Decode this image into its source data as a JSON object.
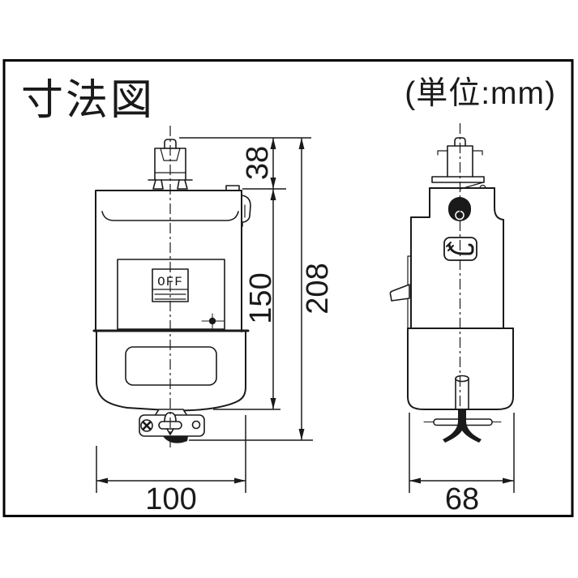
{
  "header": {
    "title": "寸法図",
    "unit_label": "(単位:mm)"
  },
  "front_view": {
    "switch_label": "OFF",
    "dim_plug_height": "38",
    "dim_body_height": "150",
    "dim_total_height": "208",
    "dim_width": "100"
  },
  "side_view": {
    "dim_width": "68"
  },
  "colors": {
    "line": "#1a1a1a",
    "background": "#ffffff"
  }
}
